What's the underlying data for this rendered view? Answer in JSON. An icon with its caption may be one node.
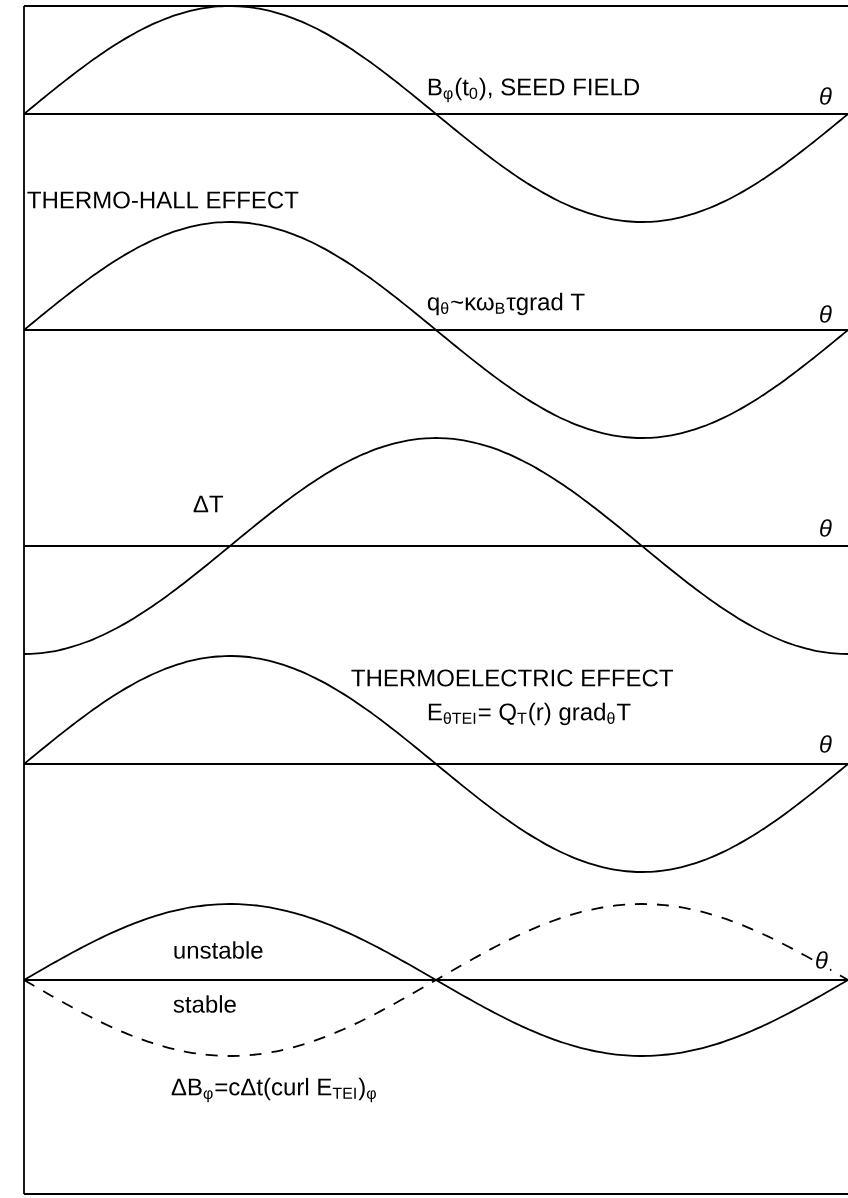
{
  "diagram": {
    "labels": [
      "B$_{φ}$(t$_{0}$), SEED FIELD",
      "θ",
      "THERMO-HALL EFFECT",
      "q$_{θ}$~κω$_{B}$τgrad T",
      "θ",
      "ΔT",
      "θ",
      "THERMOELECTRIC EFFECT",
      "E$_{θTEI}$= Q$_{T}$(r) grad$_{θ}$T",
      "θ",
      "unstable",
      "θ",
      "stable",
      "ΔB$_{φ}$=cΔt(curl E$_{TEI}$)$_{φ}$"
    ]
  }
}
